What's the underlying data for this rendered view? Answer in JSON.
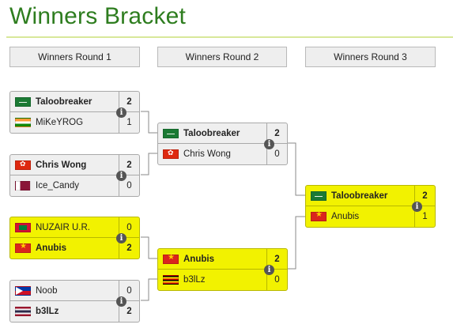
{
  "page": {
    "title": "Winners Bracket"
  },
  "rounds": [
    {
      "label": "Winners Round 1"
    },
    {
      "label": "Winners Round 2"
    },
    {
      "label": "Winners Round 3"
    }
  ],
  "matches": {
    "r1m1": {
      "highlight": false,
      "top": {
        "flag": "sa",
        "name": "Taloobreaker",
        "score": "2",
        "winner": true
      },
      "bottom": {
        "flag": "in",
        "name": "MiKeYROG",
        "score": "1",
        "winner": false
      }
    },
    "r1m2": {
      "highlight": false,
      "top": {
        "flag": "hk",
        "name": "Chris Wong",
        "score": "2",
        "winner": true
      },
      "bottom": {
        "flag": "qa",
        "name": "Ice_Candy",
        "score": "0",
        "winner": false
      }
    },
    "r1m3": {
      "highlight": true,
      "top": {
        "flag": "mv",
        "name": "NUZAIR U.R.",
        "score": "0",
        "winner": false
      },
      "bottom": {
        "flag": "vn",
        "name": "Anubis",
        "score": "2",
        "winner": true
      }
    },
    "r1m4": {
      "highlight": false,
      "top": {
        "flag": "ph",
        "name": "Noob",
        "score": "0",
        "winner": false
      },
      "bottom": {
        "flag": "th",
        "name": "b3lLz",
        "score": "2",
        "winner": true
      }
    },
    "r2m1": {
      "highlight": false,
      "top": {
        "flag": "sa",
        "name": "Taloobreaker",
        "score": "2",
        "winner": true
      },
      "bottom": {
        "flag": "hk",
        "name": "Chris Wong",
        "score": "0",
        "winner": false
      }
    },
    "r2m2": {
      "highlight": true,
      "top": {
        "flag": "vn",
        "name": "Anubis",
        "score": "2",
        "winner": true
      },
      "bottom": {
        "flag": "ug",
        "name": "b3lLz",
        "score": "0",
        "winner": false
      }
    },
    "r3m1": {
      "highlight": true,
      "top": {
        "flag": "sa",
        "name": "Taloobreaker",
        "score": "2",
        "winner": true
      },
      "bottom": {
        "flag": "vn",
        "name": "Anubis",
        "score": "1",
        "winner": false
      }
    }
  },
  "icons": {
    "info": "i"
  },
  "colors": {
    "title": "#2e7d1f",
    "highlight": "#f2f200",
    "connector": "#8a8a8a"
  }
}
